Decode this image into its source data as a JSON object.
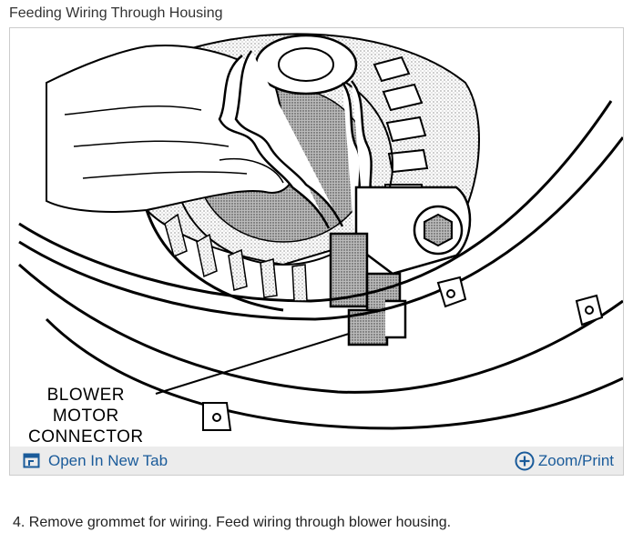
{
  "figure": {
    "title": "Feeding Wiring Through Housing",
    "callout": {
      "line1": "BLOWER",
      "line2": "MOTOR",
      "line3": "CONNECTOR"
    }
  },
  "toolbar": {
    "open_label": "Open In New Tab",
    "zoom_label": "Zoom/Print",
    "accent_color": "#1a5b9a"
  },
  "instructions": {
    "step": "4. Remove grommet for wiring. Feed wiring through blower housing."
  }
}
